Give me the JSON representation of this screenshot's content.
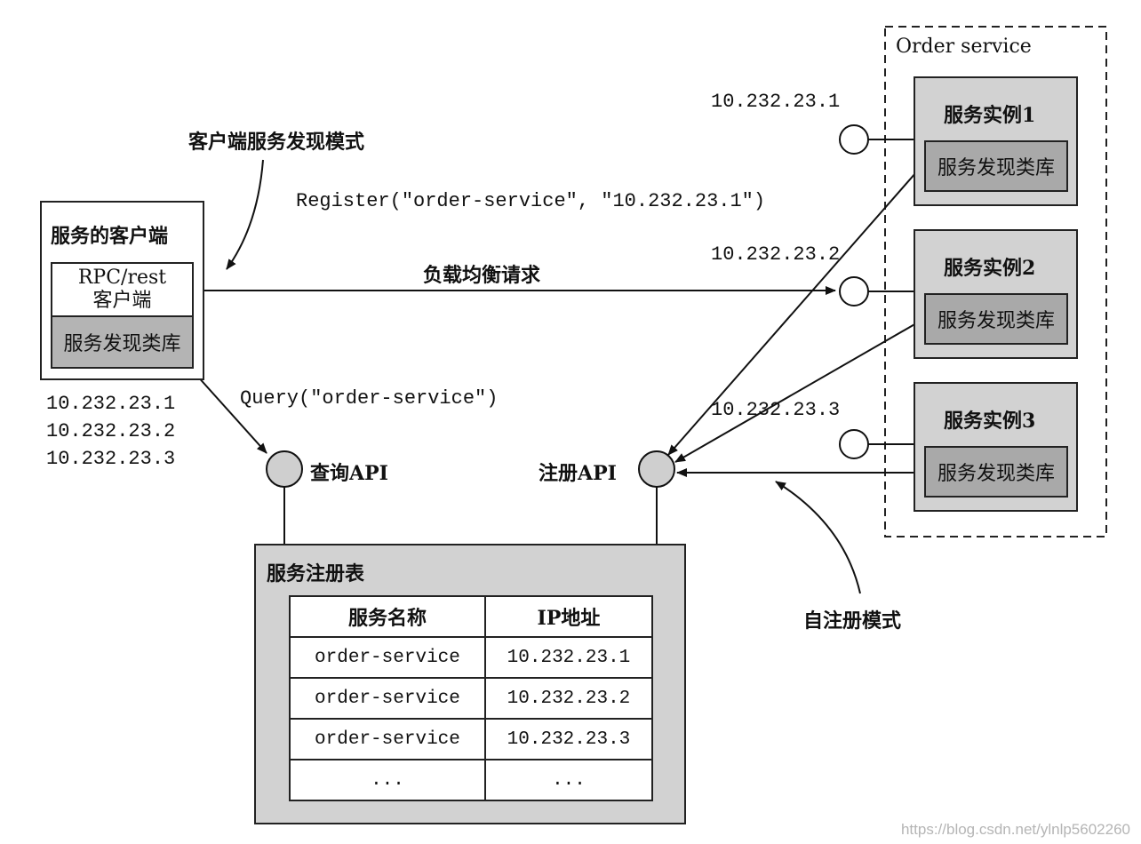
{
  "client": {
    "title": "服务的客户端",
    "rpc_line1": "RPC/rest",
    "rpc_line2": "客户端",
    "library": "服务发现类库",
    "ips": [
      "10.232.23.1",
      "10.232.23.2",
      "10.232.23.3"
    ]
  },
  "client_pattern_label": "客户端服务发现模式",
  "self_register_label": "自注册模式",
  "register_call": "Register(\"order-service\", \"10.232.23.1\")",
  "load_balance_label": "负载均衡请求",
  "query_call": "Query(\"order-service\")",
  "query_api": "查询API",
  "register_api": "注册API",
  "order_service": {
    "title": "Order service",
    "instances": [
      {
        "ip": "10.232.23.1",
        "name": "服务实例1",
        "library": "服务发现类库"
      },
      {
        "ip": "10.232.23.2",
        "name": "服务实例2",
        "library": "服务发现类库"
      },
      {
        "ip": "10.232.23.3",
        "name": "服务实例3",
        "library": "服务发现类库"
      }
    ]
  },
  "registry": {
    "title": "服务注册表",
    "headers": [
      "服务名称",
      "IP地址"
    ],
    "rows": [
      [
        "order-service",
        "10.232.23.1"
      ],
      [
        "order-service",
        "10.232.23.2"
      ],
      [
        "order-service",
        "10.232.23.3"
      ],
      [
        "...",
        "..."
      ]
    ]
  },
  "watermark": "https://blog.csdn.net/ylnlp5602260"
}
